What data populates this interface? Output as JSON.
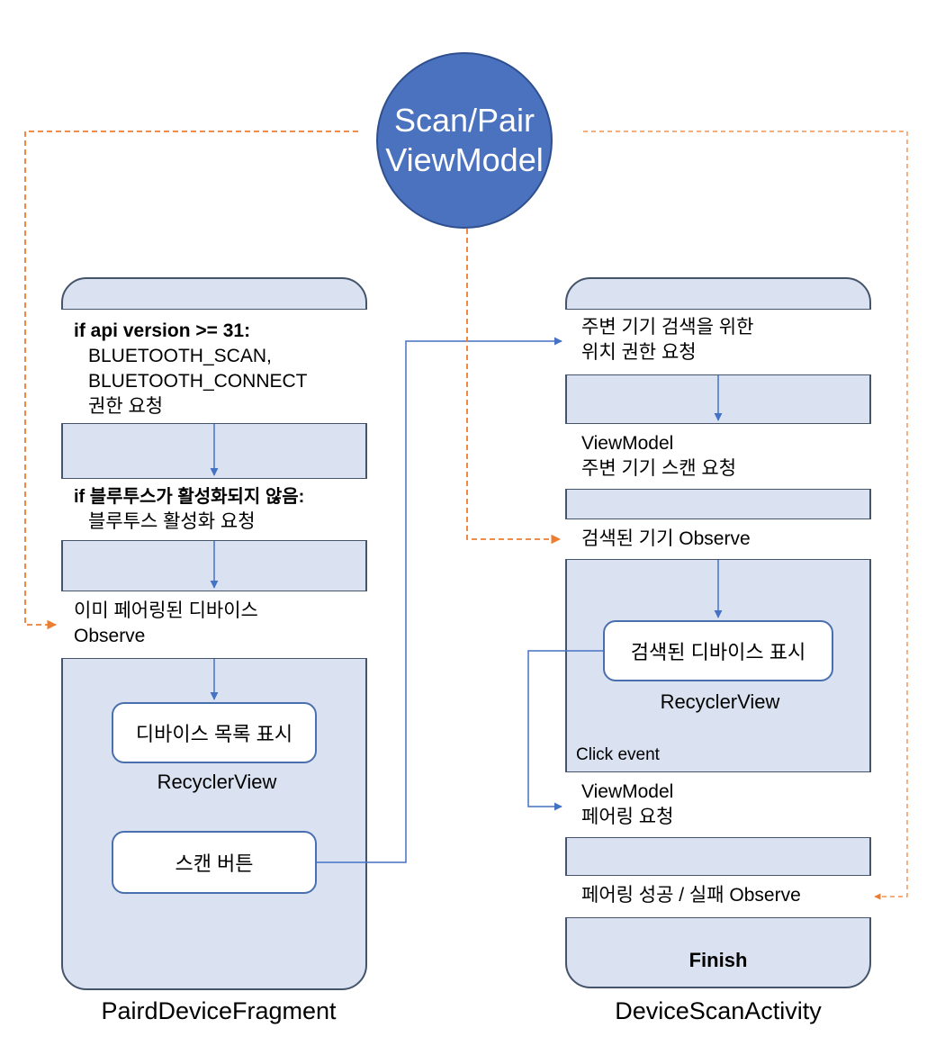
{
  "viewmodel": {
    "line1": "Scan/Pair",
    "line2": "ViewModel"
  },
  "left": {
    "caption": "PairdDeviceFragment",
    "band1": {
      "title": "if api version >= 31:",
      "lines": [
        "BLUETOOTH_SCAN,",
        "BLUETOOTH_CONNECT",
        "권한 요청"
      ]
    },
    "band2": {
      "title": "if 블루투스가 활성화되지 않음:",
      "line": "블루투스 활성화 요청"
    },
    "band3": {
      "line1": "이미 페어링된 디바이스",
      "line2": "Observe"
    },
    "list_box": "디바이스 목록 표시",
    "list_caption": "RecyclerView",
    "scan_button": "스캔 버튼"
  },
  "right": {
    "caption": "DeviceScanActivity",
    "band1": {
      "line1": "주변 기기 검색을 위한",
      "line2": "위치 권한 요청"
    },
    "band2": {
      "line1": "ViewModel",
      "line2": "주변 기기 스캔 요청"
    },
    "band3": "검색된 기기 Observe",
    "found_box": "검색된 디바이스 표시",
    "found_caption": "RecyclerView",
    "click_event": "Click event",
    "band4": {
      "line1": "ViewModel",
      "line2": "페어링 요청"
    },
    "band5": "페어링 성공 / 실패 Observe",
    "finish": "Finish"
  },
  "colors": {
    "circle": "#4a72be",
    "panel": "#dae2f1",
    "blue_arrow": "#4472c4",
    "orange_dashed": "#ed7d31"
  }
}
